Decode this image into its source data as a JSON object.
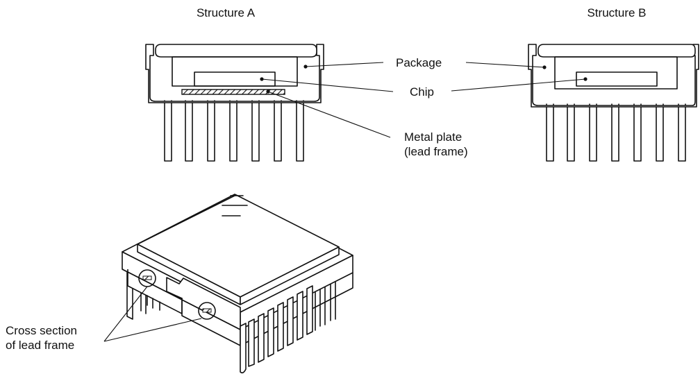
{
  "labels": {
    "structure_a": "Structure A",
    "structure_b": "Structure B",
    "package": "Package",
    "chip": "Chip",
    "metal_plate_line1": "Metal plate",
    "metal_plate_line2": "(lead frame)",
    "cross_section_line1": "Cross section",
    "cross_section_line2": "of lead frame"
  },
  "colors": {
    "ink": "#111111",
    "background": "#ffffff"
  }
}
